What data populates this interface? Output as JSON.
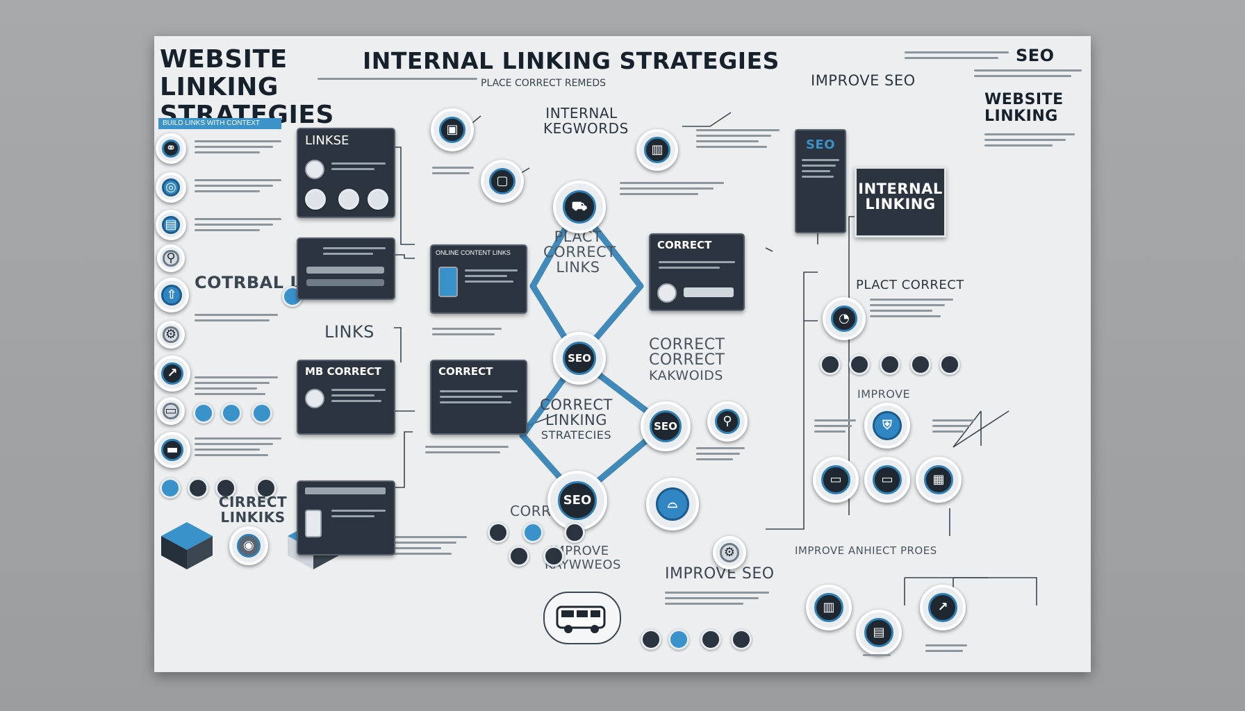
{
  "titles": {
    "left_title_line1": "WEBSITE",
    "left_title_line2": "LINKING",
    "left_title_line3": "STRATEGIES",
    "main_title": "INTERNAL LINKING STRATEGIES",
    "main_subtitle": "PLACE CORRECT REMEDS",
    "seo_top": "SEO",
    "improve_seo_top": "IMPROVE SEO",
    "right_title_line1": "WEBSITE",
    "right_title_line2": "LINKING"
  },
  "left_column": {
    "blue_bar": "BUILD LINKS WITH CONTEXT",
    "cotrbal_linking": "COTRBAL LINKING",
    "cirrect_linkiks": "CIRRECT LINKIKS"
  },
  "cards": {
    "linkse": "LINKSE",
    "correct_left": "MB CORRECT",
    "correct_mid": "CORRECT",
    "correct_right": "CORRECT",
    "card_mid_top": "ONLINE CONTENT LINKS"
  },
  "center": {
    "internal_keywords": "INTERNAL KEGWORDS",
    "place_correct_links": "PLACT CORRECT LINKS",
    "links": "LINKS",
    "seo_label": "SEO",
    "correct_keywords_line1": "CORRECT",
    "correct_keywords_line2": "CORRECT",
    "correct_keywords_line3": "KAKWOIDS",
    "correct_linking_strategies_line1": "CORRECT",
    "correct_linking_strategies_line2": "LINKING",
    "correct_linking_strategies_line3": "STRATECIES",
    "correct_small": "CORRECT",
    "improve_kaywweos_line1": "IMPROVE",
    "improve_kaywweos_line2": "KAYWWEOS",
    "improve_seo_bottom": "IMPROVE SEO",
    "seo_node1": "SEO",
    "seo_node2": "SEO",
    "seo_node3": "SEO"
  },
  "right_column": {
    "seo_tab": "SEO",
    "internal_linking_line1": "INTERNAL",
    "internal_linking_line2": "LINKING",
    "placet_correct": "PLACT CORRECT",
    "improve": "IMPROVE",
    "improve_pages": "IMPROVE ANHIECT PROES"
  },
  "colors": {
    "accent": "#2f7fb3",
    "dark": "#1f2830",
    "board": "#eceeef"
  }
}
